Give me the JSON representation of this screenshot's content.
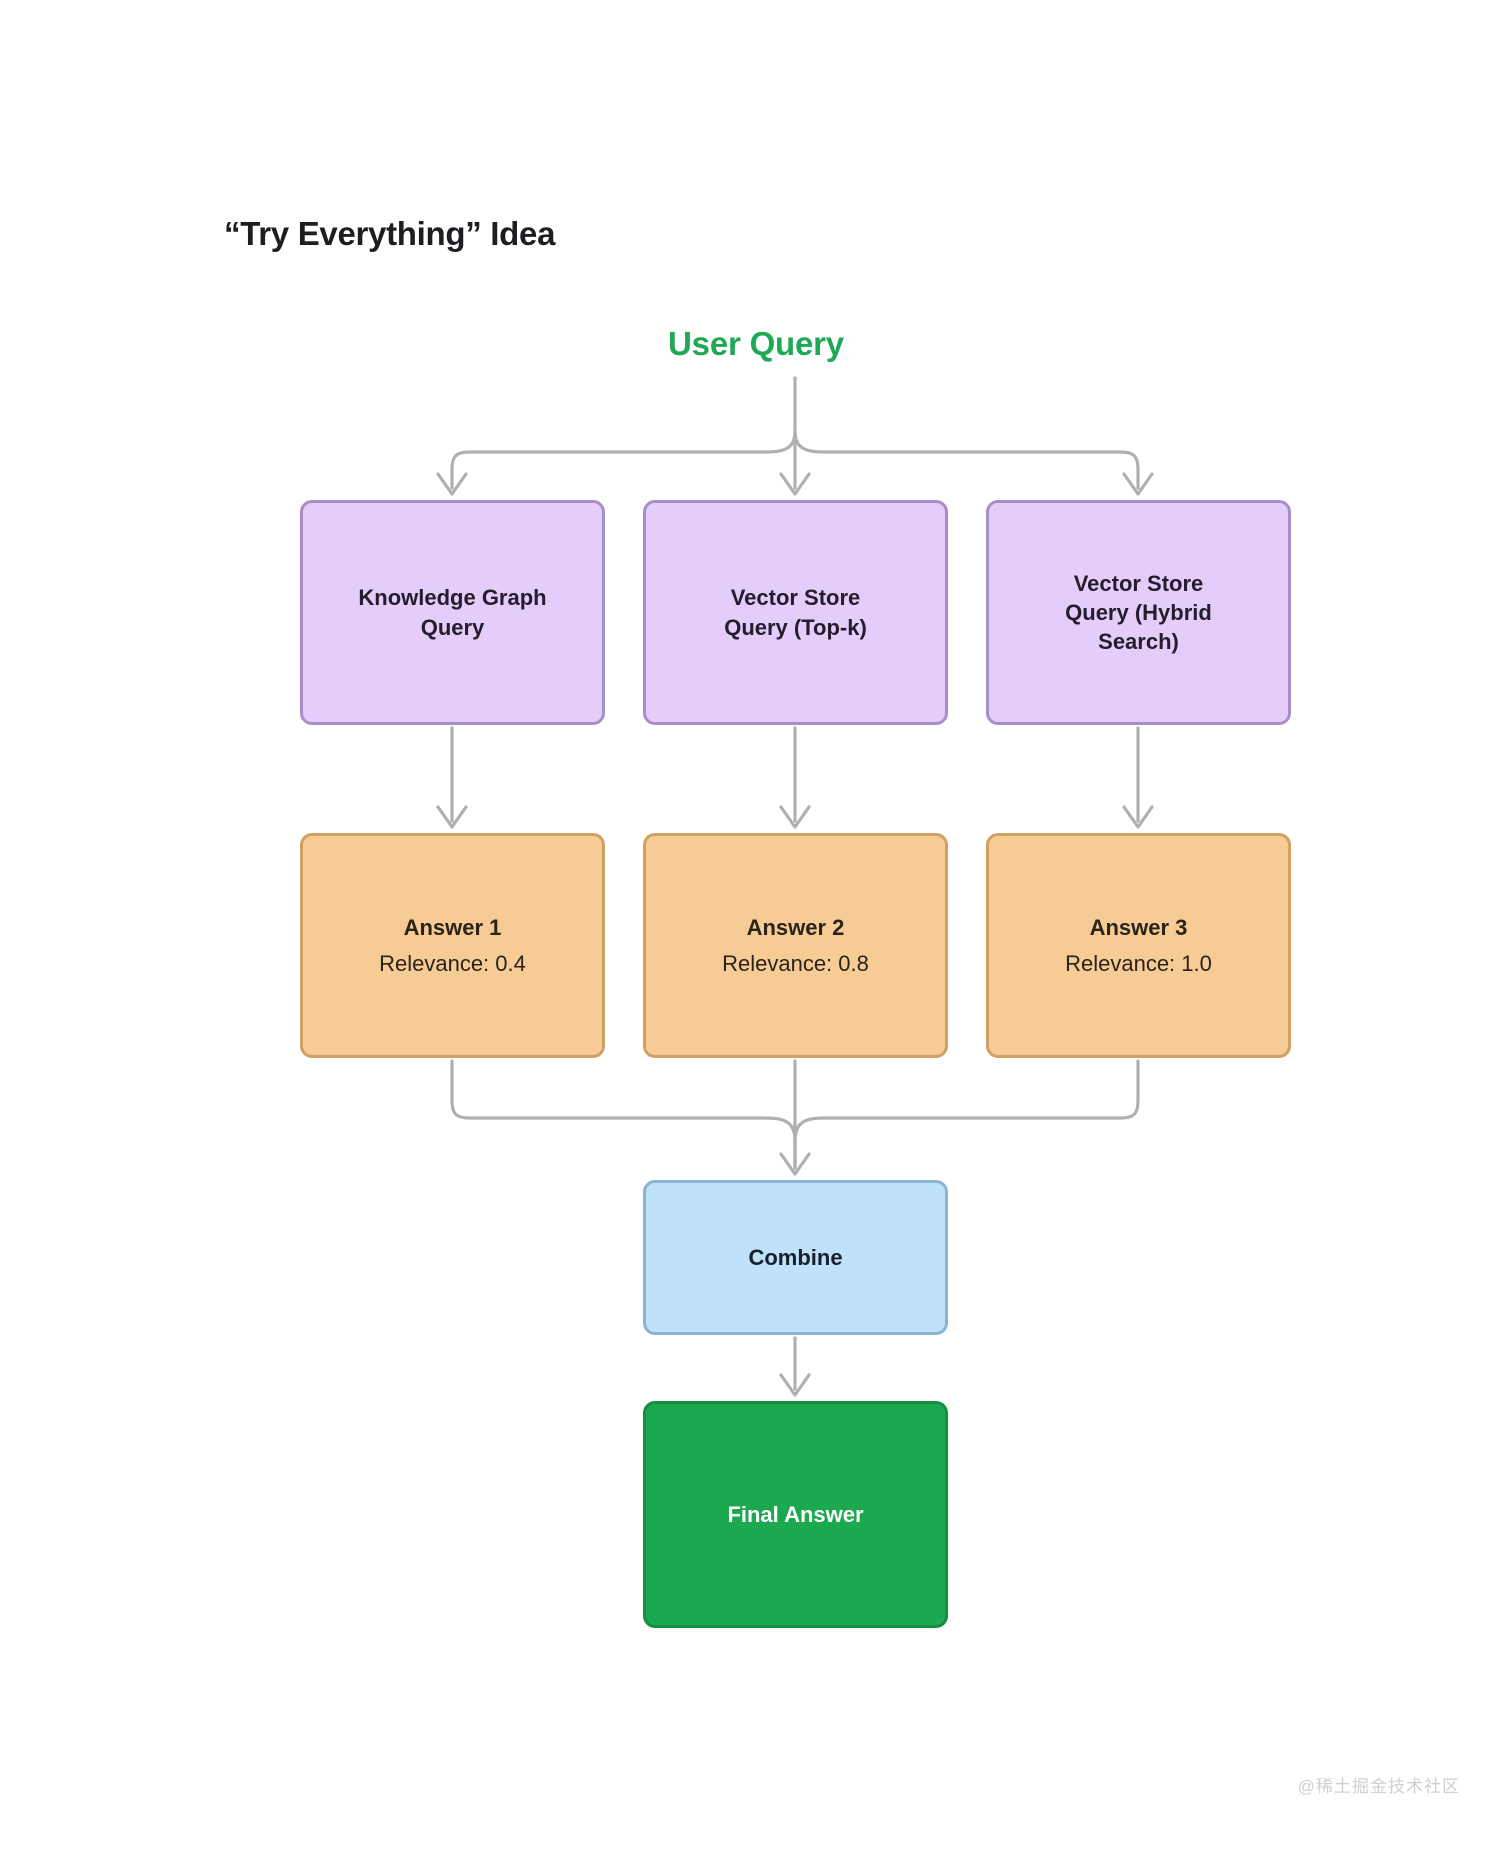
{
  "page": {
    "title": "“Try Everything” Idea",
    "background_color": "#ffffff",
    "watermark": "@稀土掘金技术社区"
  },
  "colors": {
    "accent_green": "#1fa855",
    "purple_fill": "#e5cdfb",
    "purple_border": "#a68ec6",
    "orange_fill": "#f7cb95",
    "orange_border": "#cfa163",
    "blue_fill": "#bfe2fa",
    "blue_border": "#8ab4d2",
    "green_fill": "#1ba84f",
    "green_border": "#159042",
    "connector": "#b0b0b0",
    "title_text": "#1d1d22"
  },
  "diagram": {
    "type": "flowchart",
    "root": {
      "id": "user-query",
      "label": "User Query",
      "style": "green-text-label"
    },
    "retrievers": [
      {
        "id": "knowledge-graph-query",
        "lines": [
          "Knowledge Graph",
          "Query"
        ]
      },
      {
        "id": "vector-store-query-topk",
        "lines": [
          "Vector Store",
          "Query (Top-k)"
        ]
      },
      {
        "id": "vector-store-query-hybrid",
        "lines": [
          "Vector Store",
          "Query (Hybrid",
          "Search)"
        ]
      }
    ],
    "answers": [
      {
        "id": "answer-1",
        "title": "Answer 1",
        "relevance_text": "Relevance: 0.4",
        "relevance": 0.4
      },
      {
        "id": "answer-2",
        "title": "Answer 2",
        "relevance_text": "Relevance: 0.8",
        "relevance": 0.8
      },
      {
        "id": "answer-3",
        "title": "Answer 3",
        "relevance_text": "Relevance: 1.0",
        "relevance": 1.0
      }
    ],
    "combine": {
      "id": "combine",
      "label": "Combine"
    },
    "final": {
      "id": "final-answer",
      "label": "Final Answer"
    },
    "edges": [
      {
        "from": "user-query",
        "to": "knowledge-graph-query"
      },
      {
        "from": "user-query",
        "to": "vector-store-query-topk"
      },
      {
        "from": "user-query",
        "to": "vector-store-query-hybrid"
      },
      {
        "from": "knowledge-graph-query",
        "to": "answer-1"
      },
      {
        "from": "vector-store-query-topk",
        "to": "answer-2"
      },
      {
        "from": "vector-store-query-hybrid",
        "to": "answer-3"
      },
      {
        "from": "answer-1",
        "to": "combine"
      },
      {
        "from": "answer-2",
        "to": "combine"
      },
      {
        "from": "answer-3",
        "to": "combine"
      },
      {
        "from": "combine",
        "to": "final-answer"
      }
    ]
  }
}
